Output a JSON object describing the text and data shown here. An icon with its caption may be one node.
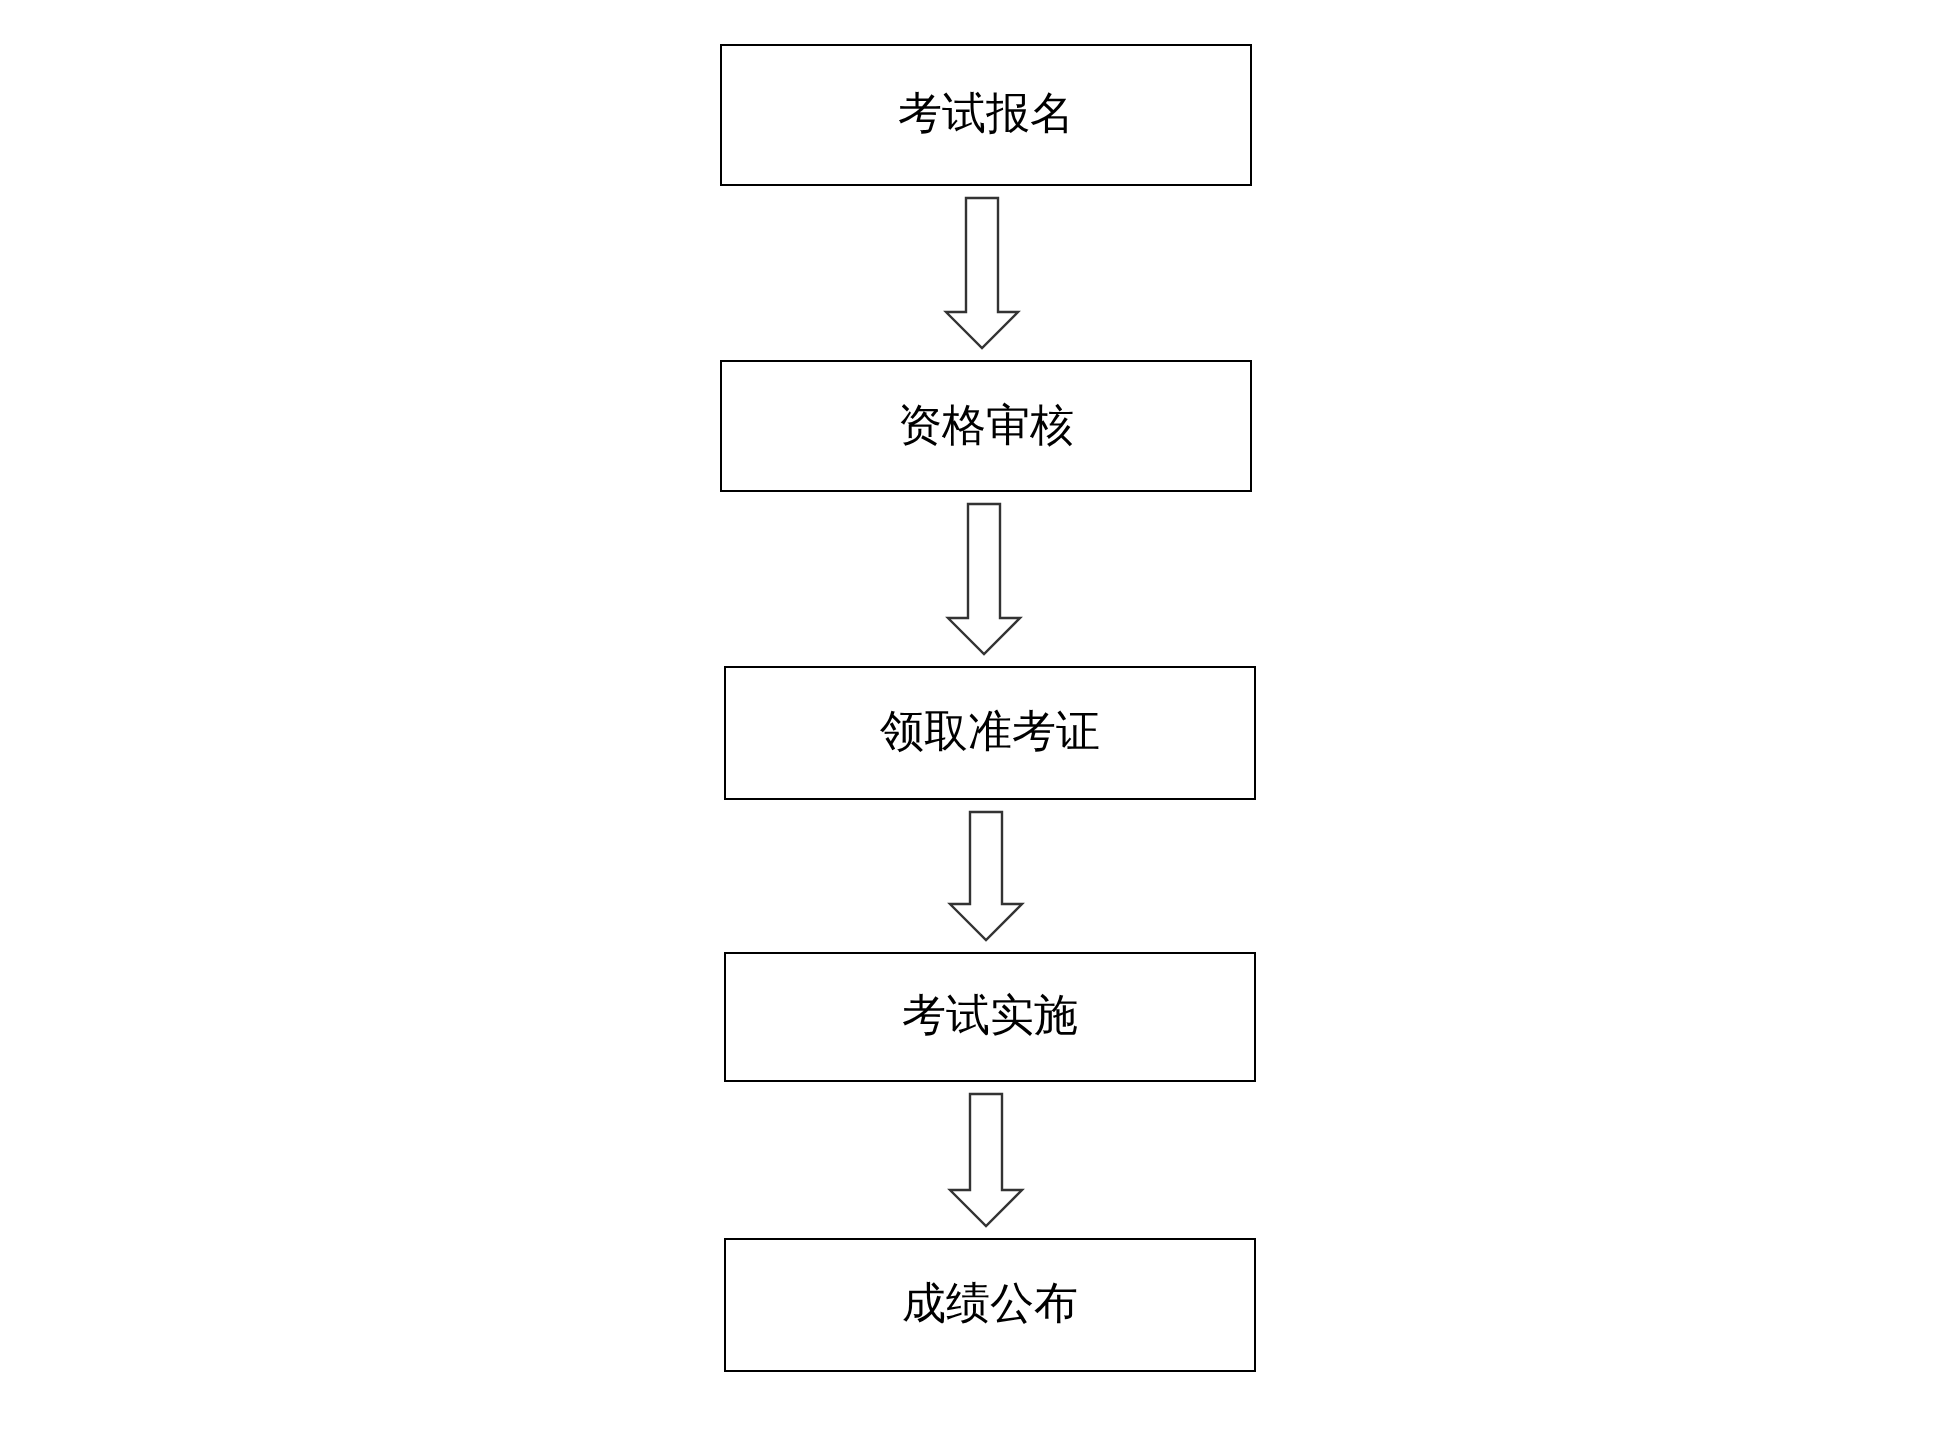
{
  "diagram": {
    "nodes": [
      {
        "text": [
          "考试报名"
        ]
      },
      {
        "text": [
          "资格审核"
        ]
      },
      {
        "text": [
          "领取准考证"
        ]
      },
      {
        "text": [
          "考试实施"
        ]
      },
      {
        "text": [
          "成绩公布"
        ]
      }
    ],
    "edges": [
      {
        "from": 0,
        "to": 1,
        "arrow": "to"
      },
      {
        "from": 1,
        "to": 2,
        "arrow": "to"
      },
      {
        "from": 2,
        "to": 3,
        "arrow": "to"
      },
      {
        "from": 3,
        "to": 4,
        "arrow": "to"
      }
    ]
  }
}
